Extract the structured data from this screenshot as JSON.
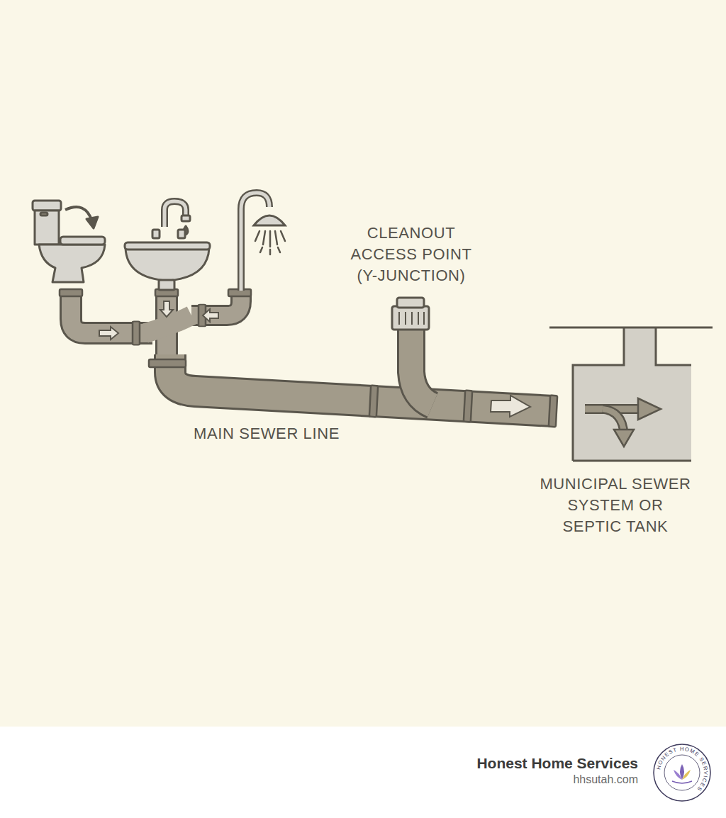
{
  "diagram": {
    "nodes": [
      {
        "text": [
          "Honest Home Services",
          "hhsutah.com"
        ]
      },
      {
        "text": [
          "HONEST HOME SERVICES"
        ],
        "in": 0
      }
    ],
    "labels": [
      "CLEANOUT ACCESS POINT (Y-JUNCTION)",
      "MAIN SEWER LINE",
      "MUNICIPAL SEWER SYSTEM OR SEPTIC TANK"
    ]
  }
}
